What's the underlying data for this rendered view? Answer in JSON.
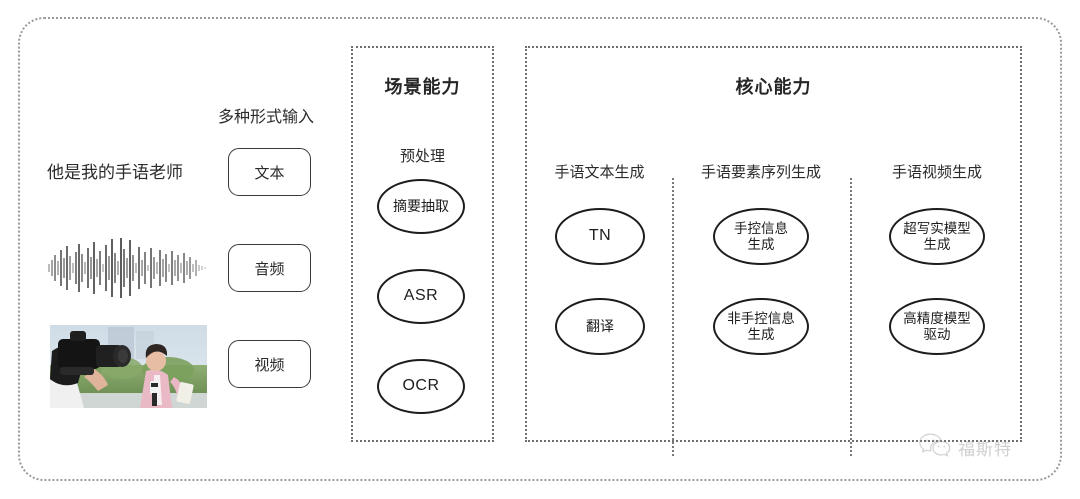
{
  "diagram": {
    "input_section": {
      "heading": "多种形式输入",
      "sample_text": "他是我的手语老师",
      "modalities": [
        {
          "chip_label": "文本",
          "media": "text-sample"
        },
        {
          "chip_label": "音频",
          "media": "audio-waveform"
        },
        {
          "chip_label": "视频",
          "media": "video-thumbnail"
        }
      ]
    },
    "scenario_panel": {
      "title": "场景能力",
      "group_label": "预处理",
      "nodes": [
        {
          "label": "摘要抽取",
          "script": "cjk"
        },
        {
          "label": "ASR",
          "script": "latin"
        },
        {
          "label": "OCR",
          "script": "latin"
        }
      ]
    },
    "core_panel": {
      "title": "核心能力",
      "columns": [
        {
          "header": "手语文本生成",
          "nodes": [
            {
              "label": "TN",
              "script": "latin"
            },
            {
              "label": "翻译",
              "script": "cjk"
            }
          ]
        },
        {
          "header": "手语要素序列生成",
          "nodes": [
            {
              "label": "手控信息\n生成",
              "script": "cjk"
            },
            {
              "label": "非手控信息\n生成",
              "script": "cjk"
            }
          ]
        },
        {
          "header": "手语视频生成",
          "nodes": [
            {
              "label": "超写实模型\n生成",
              "script": "cjk"
            },
            {
              "label": "高精度模型\n驱动",
              "script": "cjk"
            }
          ]
        }
      ]
    },
    "watermark": {
      "label": "福斯特",
      "icon": "wechat-icon"
    },
    "colors": {
      "frame_border": "#9a9a9a",
      "panel_border": "#6f6f6f",
      "node_stroke": "#1d1d1d",
      "text": "#2b2b2b",
      "watermark": "#8e8e8e"
    }
  }
}
